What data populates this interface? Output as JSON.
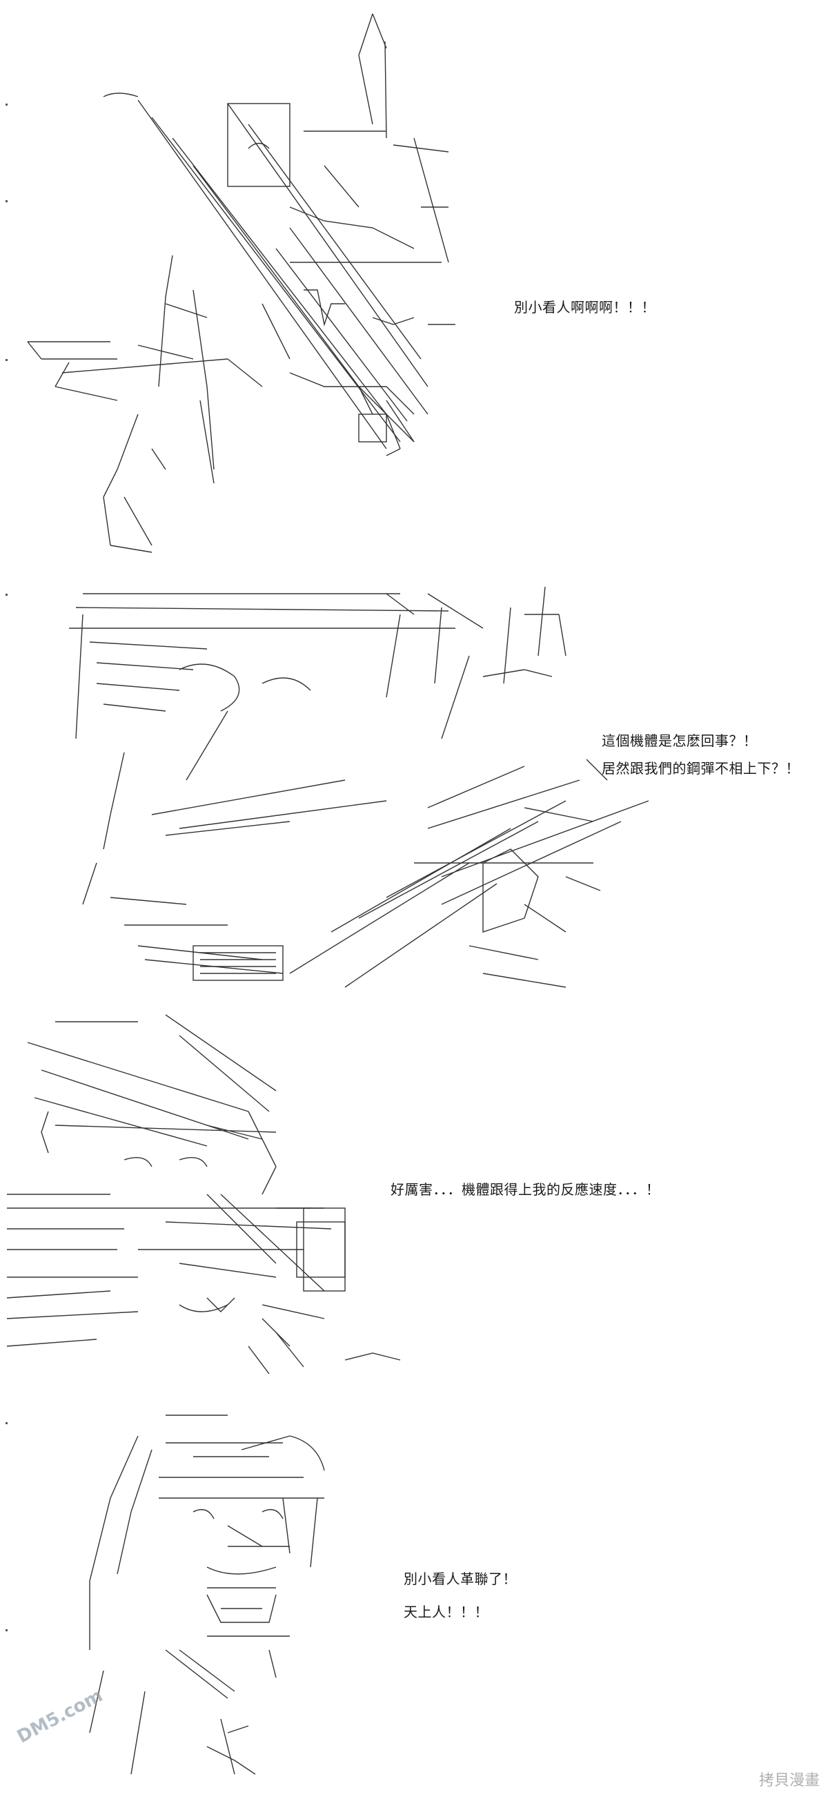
{
  "panels": [
    {
      "id": "panel-1",
      "dialogue": [
        "別小看人啊啊啊！！！"
      ]
    },
    {
      "id": "panel-2",
      "dialogue": [
        "這個機體是怎麽回事？！",
        "居然跟我們的鋼彈不相上下？！"
      ]
    },
    {
      "id": "panel-3",
      "dialogue": [
        "好厲害．．．機體跟得上我的反應速度．．．！"
      ]
    },
    {
      "id": "panel-4",
      "dialogue": [
        "別小看人革聯了！",
        "天上人！！！"
      ]
    }
  ],
  "watermark": {
    "left": "DM5.com",
    "right": "拷貝漫畫"
  },
  "colors": {
    "ink": "#1a1a1a",
    "watermark": "#8a9ba8"
  }
}
